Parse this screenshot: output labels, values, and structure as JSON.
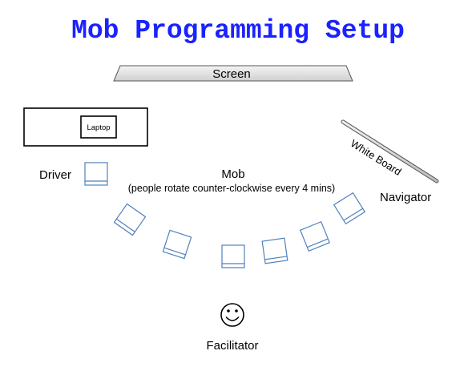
{
  "title": "Mob Programming Setup",
  "screen": {
    "label": "Screen"
  },
  "desk": {
    "laptop_label": "Laptop"
  },
  "whiteboard": {
    "label": "White Board"
  },
  "roles": {
    "driver": "Driver",
    "mob": "Mob",
    "mob_note": "(people rotate counter-clockwise every 4 mins)",
    "navigator": "Navigator",
    "facilitator": "Facilitator"
  },
  "facilitator_icon": "smiley-face-icon",
  "colors": {
    "title": "#1a22ff",
    "chair_outline": "#4f81bd"
  }
}
